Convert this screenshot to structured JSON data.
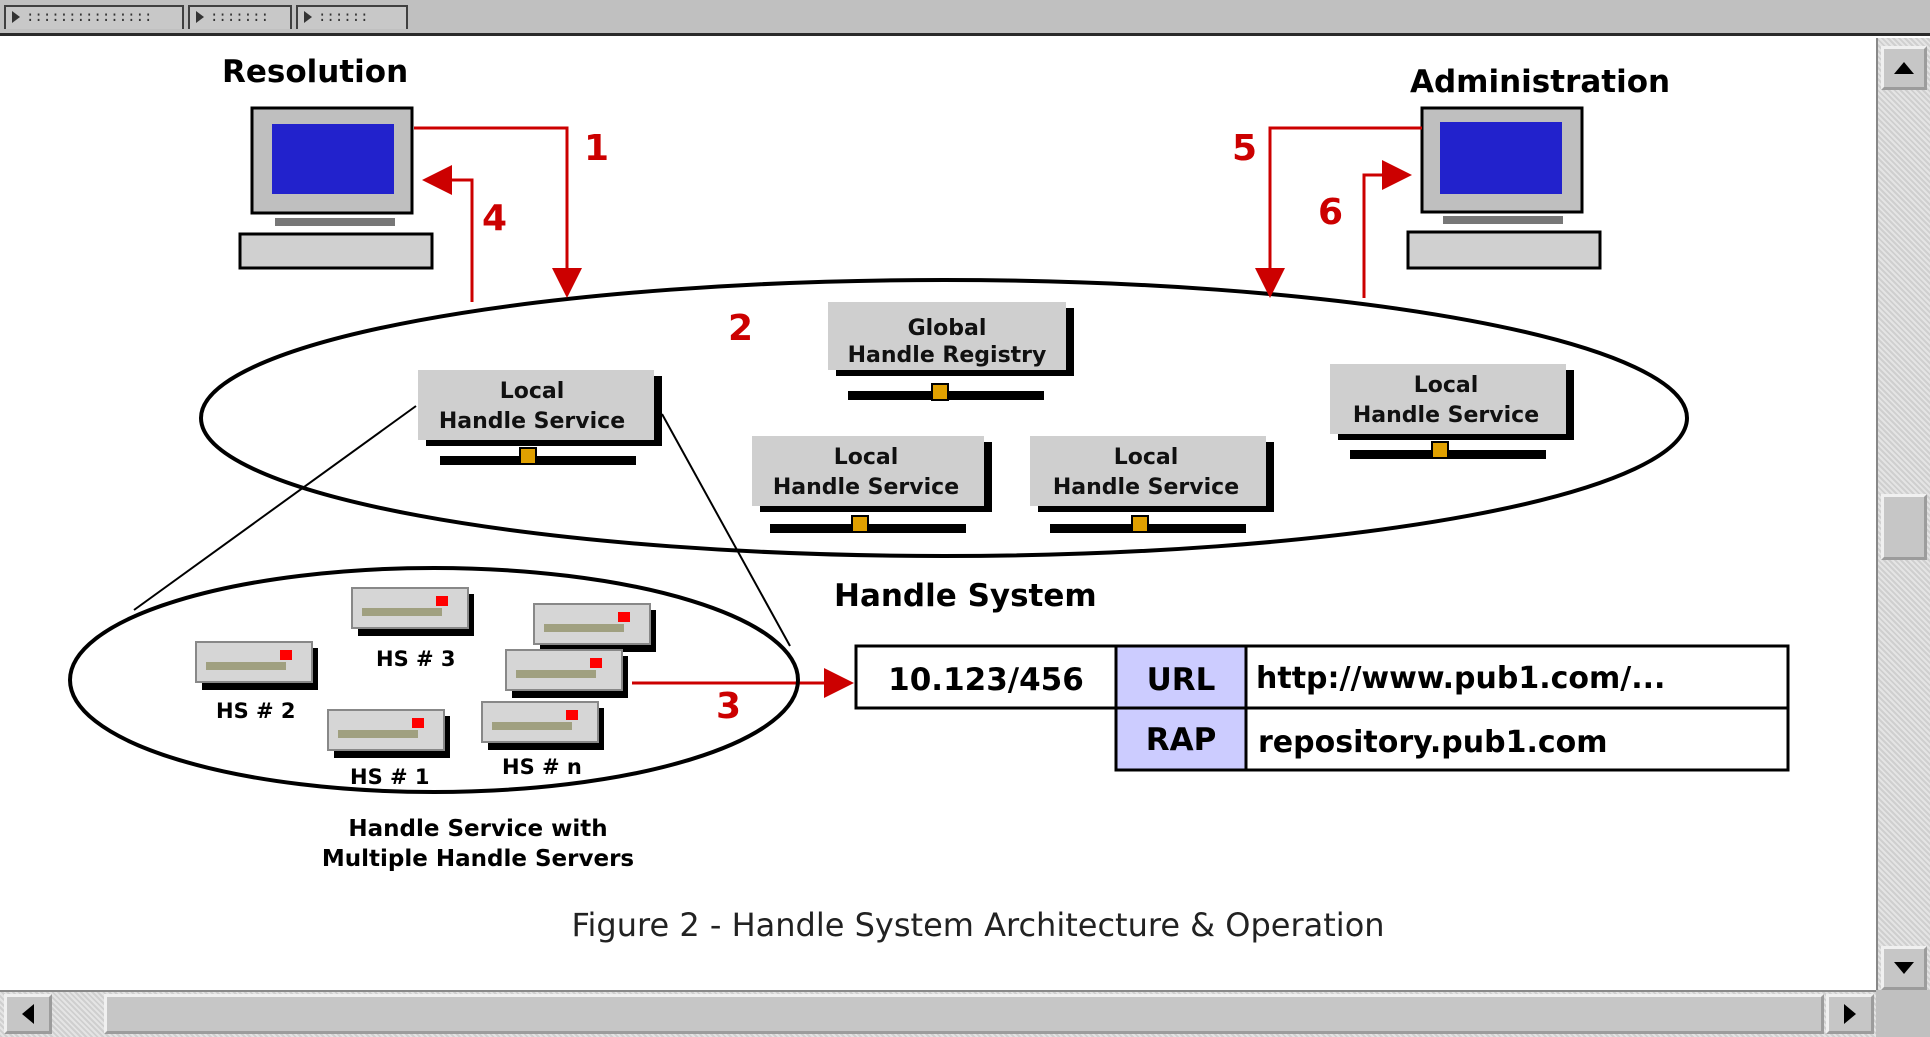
{
  "window": {
    "tabs": [
      {
        "label": ":::::::::::::::"
      },
      {
        "label": ":::::::"
      },
      {
        "label": "::::::"
      }
    ]
  },
  "diagram": {
    "resolution_label": "Resolution",
    "administration_label": "Administration",
    "step_numbers": [
      "1",
      "2",
      "3",
      "4",
      "5",
      "6"
    ],
    "global_registry": [
      "Global",
      "Handle Registry"
    ],
    "local_service": [
      "Local",
      "Handle Service"
    ],
    "handle_system_label": "Handle System",
    "servers": [
      "HS # 3",
      "HS # 2",
      "HS # 1",
      "HS # n"
    ],
    "cluster_caption": [
      "Handle Service with",
      "Multiple Handle Servers"
    ],
    "record": {
      "handle": "10.123/456",
      "rows": [
        {
          "type": "URL",
          "value": "http://www.pub1.com/..."
        },
        {
          "type": "RAP",
          "value": "repository.pub1.com"
        }
      ]
    },
    "caption": "Figure 2 - Handle System Architecture & Operation"
  },
  "colors": {
    "arrow_red": "#cc0000",
    "monitor_screen": "#2222cc",
    "type_cell_bg": "#ccccff",
    "node_box": "#cfcfcf"
  }
}
